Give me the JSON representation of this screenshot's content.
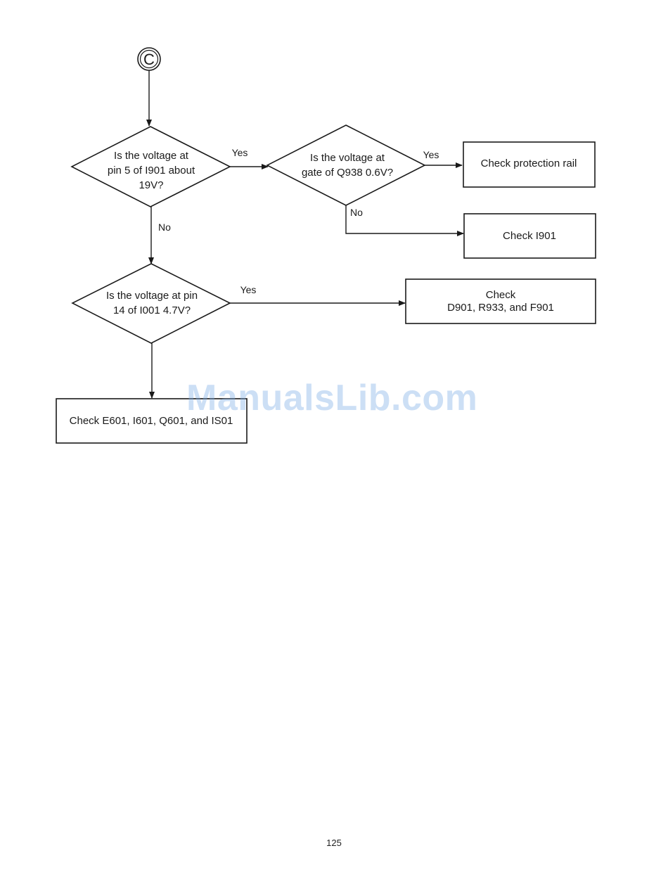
{
  "connector": {
    "label": "C"
  },
  "decisions": {
    "d1": {
      "lines": [
        "Is the voltage at",
        "pin 5 of I901 about",
        "19V?"
      ]
    },
    "d2": {
      "lines": [
        "Is the voltage at",
        "gate of Q938 0.6V?"
      ]
    },
    "d3": {
      "lines": [
        "Is the voltage at pin",
        "14 of I001 4.7V?"
      ]
    }
  },
  "actions": {
    "protection": {
      "lines": [
        "Check protection rail"
      ]
    },
    "i901": {
      "lines": [
        "Check I901"
      ]
    },
    "d901": {
      "lines": [
        "Check",
        "D901, R933, and F901"
      ]
    },
    "e601": {
      "lines": [
        "Check E601, I601, Q601, and IS01"
      ]
    }
  },
  "edges": {
    "d1_yes": "Yes",
    "d2_yes": "Yes",
    "d2_no": "No",
    "d1_no": "No",
    "d3_yes": "Yes"
  },
  "watermark": "ManualsLib.com",
  "page_number": "125"
}
